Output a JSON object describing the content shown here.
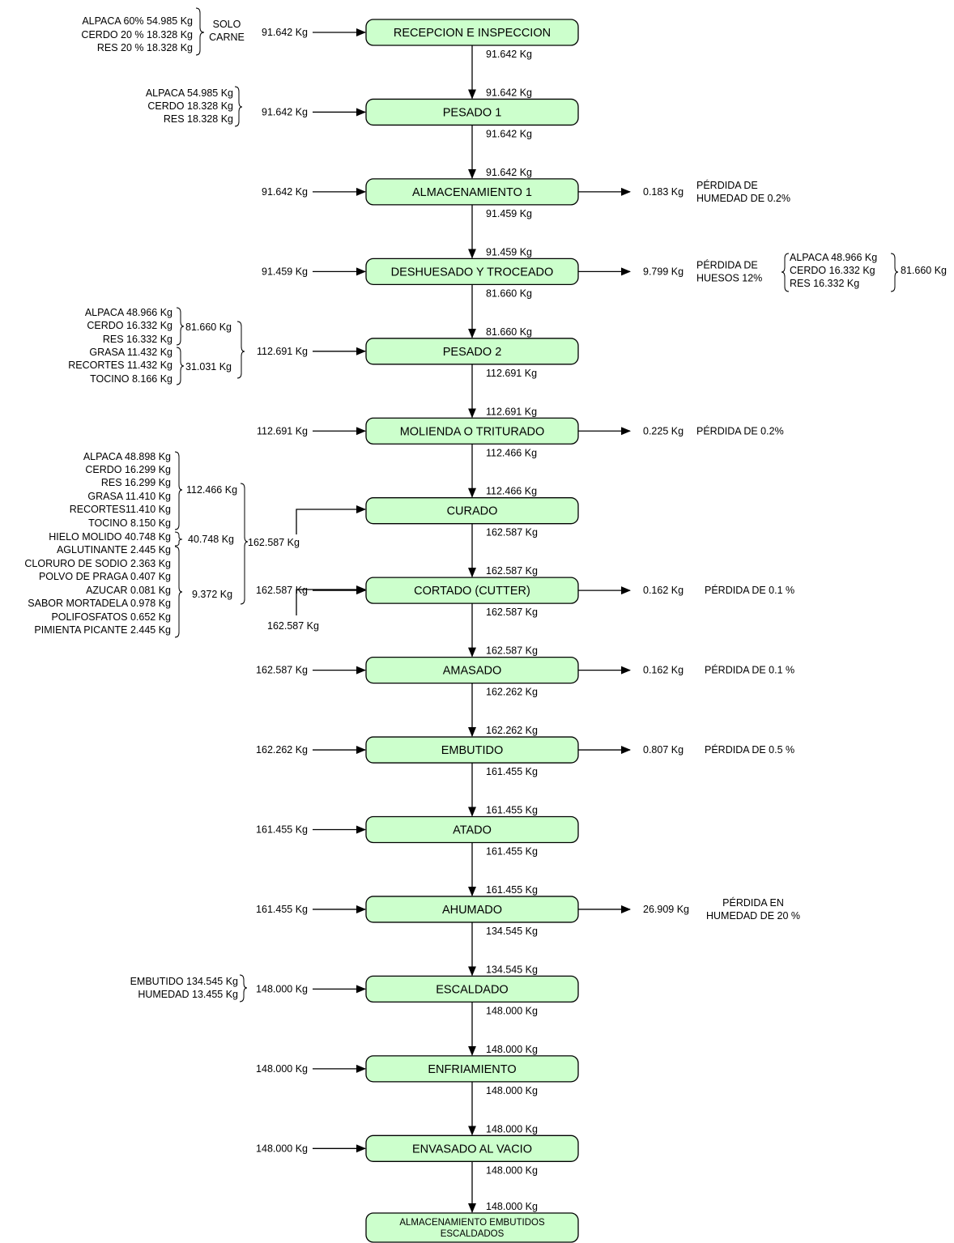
{
  "steps": [
    {
      "label": "RECEPCION E INSPECCION",
      "in_top": "",
      "out_bottom": "91.642 Kg",
      "side_in": "91.642 Kg",
      "side_out": "",
      "note": ""
    },
    {
      "label": "PESADO 1",
      "in_top": "91.642 Kg",
      "out_bottom": "91.642 Kg",
      "side_in": "91.642 Kg",
      "side_out": "",
      "note": ""
    },
    {
      "label": "ALMACENAMIENTO 1",
      "in_top": "91.642 Kg",
      "out_bottom": "91.459 Kg",
      "side_in": "91.642 Kg",
      "side_out": "0.183 Kg",
      "note_lines": [
        "PÉRDIDA DE",
        "HUMEDAD DE 0.2%"
      ]
    },
    {
      "label": "DESHUESADO Y TROCEADO",
      "in_top": "91.459 Kg",
      "out_bottom": "81.660 Kg",
      "side_in": "91.459 Kg",
      "side_out": "9.799 Kg",
      "note_lines": [
        "PÉRDIDA DE",
        "HUESOS 12%"
      ]
    },
    {
      "label": "PESADO 2",
      "in_top": "81.660 Kg",
      "out_bottom": "112.691 Kg",
      "side_in": "112.691 Kg",
      "side_out": "",
      "note": ""
    },
    {
      "label": "MOLIENDA O TRITURADO",
      "in_top": "112.691 Kg",
      "out_bottom": "112.466 Kg",
      "side_in": "112.691 Kg",
      "side_out": "0.225 Kg",
      "note_lines": [
        "PÉRDIDA DE 0.2%"
      ]
    },
    {
      "label": "CURADO",
      "in_top": "112.466 Kg",
      "out_bottom": "162.587 Kg",
      "side_in": "",
      "side_out": "",
      "note": ""
    },
    {
      "label": "CORTADO (CUTTER)",
      "in_top": "162.587 Kg",
      "out_bottom": "162.587 Kg",
      "side_in": "162.587 Kg",
      "side_out": "0.162 Kg",
      "note_lines": [
        "PÉRDIDA DE 0.1 %"
      ]
    },
    {
      "label": "AMASADO",
      "in_top": "162.587 Kg",
      "out_bottom": "162.262 Kg",
      "side_in": "162.587 Kg",
      "side_out": "0.162 Kg",
      "note_lines": [
        "PÉRDIDA DE 0.1 %"
      ]
    },
    {
      "label": "EMBUTIDO",
      "in_top": "162.262 Kg",
      "out_bottom": "161.455 Kg",
      "side_in": "162.262 Kg",
      "side_out": "0.807 Kg",
      "note_lines": [
        "PÉRDIDA DE 0.5 %"
      ]
    },
    {
      "label": "ATADO",
      "in_top": "161.455 Kg",
      "out_bottom": "161.455 Kg",
      "side_in": "161.455 Kg",
      "side_out": "",
      "note": ""
    },
    {
      "label": "AHUMADO",
      "in_top": "161.455 Kg",
      "out_bottom": "134.545 Kg",
      "side_in": "161.455 Kg",
      "side_out": "26.909 Kg",
      "note_lines": [
        "PÉRDIDA EN",
        "HUMEDAD DE 20 %"
      ]
    },
    {
      "label": "ESCALDADO",
      "in_top": "134.545 Kg",
      "out_bottom": "148.000 Kg",
      "side_in": "148.000 Kg",
      "side_out": "",
      "note": ""
    },
    {
      "label": "ENFRIAMIENTO",
      "in_top": "148.000 Kg",
      "out_bottom": "148.000 Kg",
      "side_in": "148.000 Kg",
      "side_out": "",
      "note": ""
    },
    {
      "label": "ENVASADO AL VACIO",
      "in_top": "148.000 Kg",
      "out_bottom": "148.000 Kg",
      "side_in": "148.000 Kg",
      "side_out": "",
      "note": ""
    }
  ],
  "final": {
    "lines": [
      "ALMACENAMIENTO EMBUTIDOS",
      "ESCALDADOS"
    ],
    "in_top": "148.000 Kg"
  },
  "left_groups": {
    "reception": {
      "lines": [
        "ALPACA 60% 54.985 Kg",
        "CERDO 20 % 18.328 Kg",
        "RES 20 % 18.328 Kg"
      ],
      "group_label": [
        "SOLO",
        "CARNE"
      ]
    },
    "pesado1": {
      "lines": [
        "ALPACA 54.985 Kg",
        "CERDO 18.328 Kg",
        "RES 18.328 Kg"
      ]
    },
    "pesado2": {
      "meat_lines": [
        "ALPACA 48.966 Kg",
        "CERDO 16.332 Kg",
        "RES 16.332 Kg"
      ],
      "meat_total": "81.660 Kg",
      "fat_lines": [
        "GRASA 11.432 Kg",
        "RECORTES 11.432 Kg",
        "TOCINO 8.166 Kg"
      ],
      "fat_total": "31.031 Kg"
    },
    "curado": {
      "meat_lines": [
        "ALPACA 48.898 Kg",
        "CERDO 16.299 Kg",
        "RES 16.299 Kg",
        "GRASA 11.410 Kg",
        "RECORTES11.410 Kg",
        "TOCINO 8.150 Kg"
      ],
      "meat_total": "112.466 Kg",
      "ice_line": "HIELO MOLIDO 40.748 Kg",
      "ice_total": "40.748 Kg",
      "add_lines": [
        "AGLUTINANTE 2.445 Kg",
        "CLORURO DE SODIO 2.363 Kg",
        "POLVO DE PRAGA 0.407 Kg",
        "AZUCAR 0.081 Kg",
        "SABOR MORTADELA 0.978 Kg",
        "POLIFOSFATOS 0.652 Kg",
        "PIMIENTA PICANTE 2.445 Kg"
      ],
      "add_total": "9.372 Kg",
      "grand_total": "162.587 Kg",
      "cutter_in": "162.587 Kg"
    },
    "escaldado": {
      "lines": [
        "EMBUTIDO 134.545 Kg",
        "HUMEDAD 13.455 Kg"
      ]
    }
  },
  "right_groups": {
    "deshuesado": {
      "lines": [
        "ALPACA 48.966 Kg",
        "CERDO 16.332 Kg",
        "RES 16.332 Kg"
      ],
      "total": "81.660 Kg"
    }
  },
  "colors": {
    "box_fill": "#ccffcc",
    "stroke": "#000000"
  }
}
